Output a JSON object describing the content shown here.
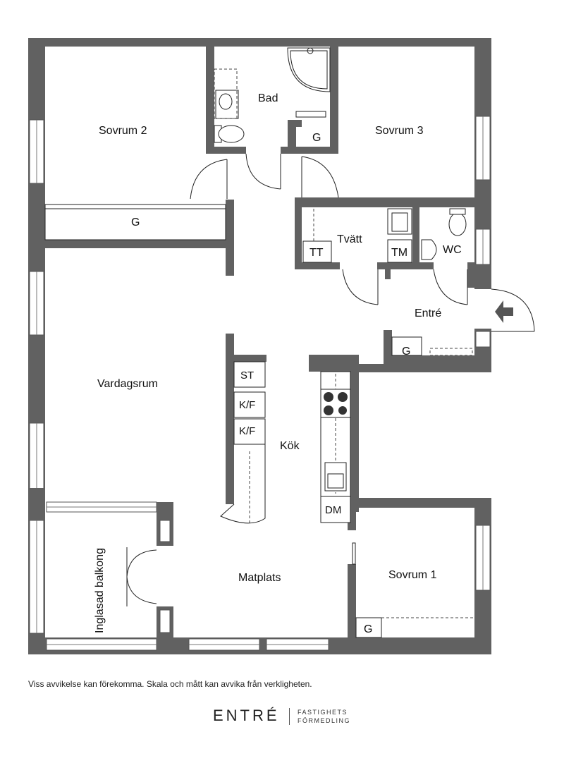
{
  "rooms": {
    "bad": "Bad",
    "sovrum2": "Sovrum 2",
    "sovrum3": "Sovrum 3",
    "sovrum1": "Sovrum 1",
    "tvatt": "Tvätt",
    "wc": "WC",
    "entre": "Entré",
    "vardagsrum": "Vardagsrum",
    "kok": "Kök",
    "matplats": "Matplats",
    "inglasad_balkong": "Inglasad balkong"
  },
  "fixtures": {
    "g": "G",
    "tt": "TT",
    "tm": "TM",
    "st": "ST",
    "kf": "K/F",
    "dm": "DM"
  },
  "footer": {
    "disclaimer": "Viss avvikelse kan förekomma. Skala och mått kan avvika från verkligheten.",
    "brand_name": "ENTRÉ",
    "brand_sub_1": "FASTIGHETS",
    "brand_sub_2": "FÖRMEDLING"
  },
  "colors": {
    "wall": "#616161",
    "text": "#111111"
  }
}
